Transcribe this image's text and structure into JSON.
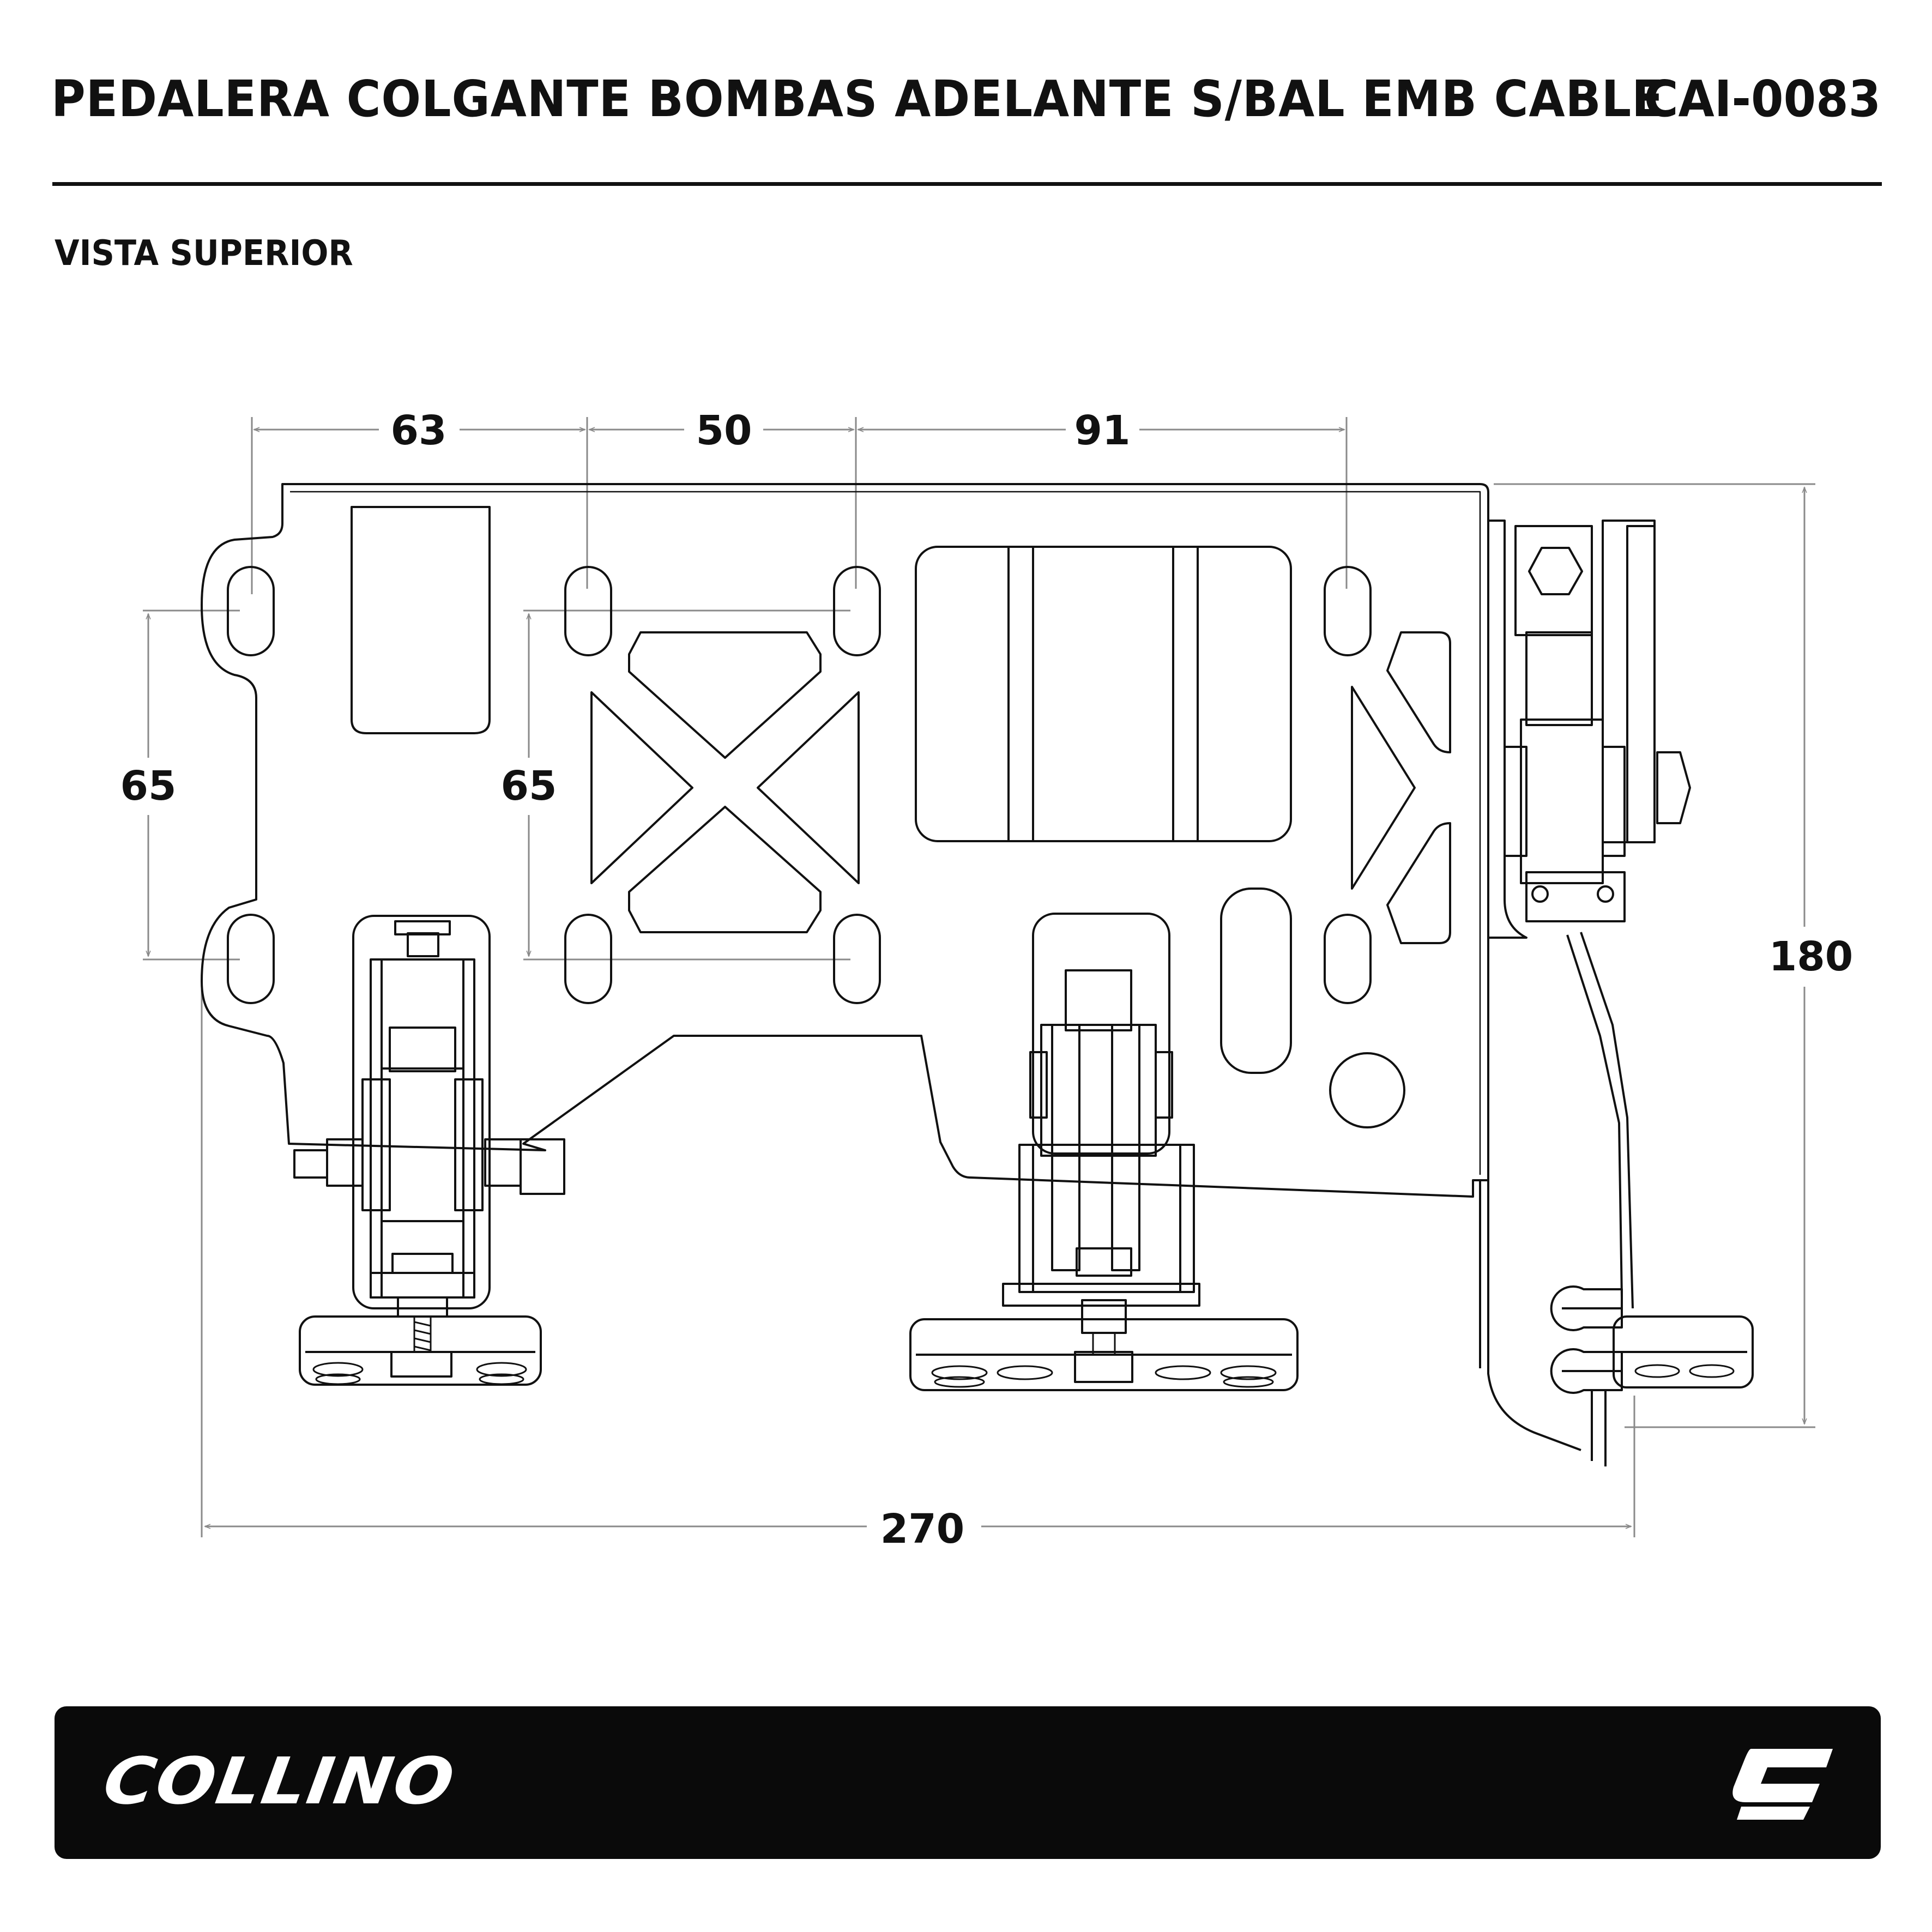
{
  "header": {
    "title": "PEDALERA COLGANTE BOMBAS ADELANTE S/BAL EMB CABLE",
    "code": "CAI-0083"
  },
  "view_label": "VISTA SUPERIOR",
  "dimensions": {
    "top_1": "63",
    "top_2": "50",
    "top_3": "91",
    "left_vertical": "65",
    "center_vertical": "65",
    "right_height": "180",
    "overall_width": "270"
  },
  "footer": {
    "brand": "COLLINO",
    "logo_icon": "collino-c-logo-icon",
    "background": "#0a0a0a",
    "text_color": "#ffffff"
  }
}
